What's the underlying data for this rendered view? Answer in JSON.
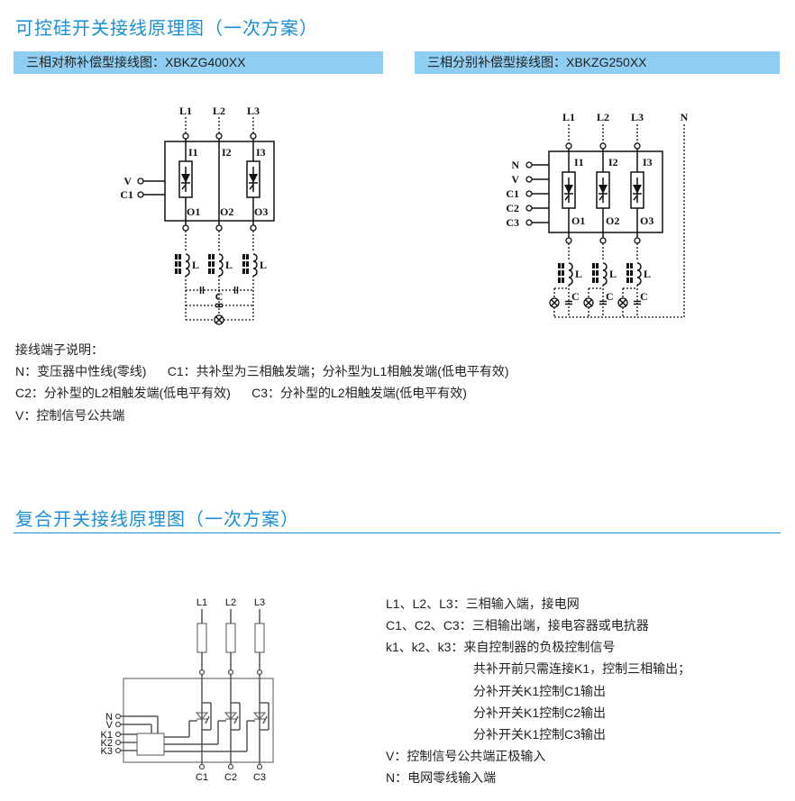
{
  "section1": {
    "title": "可控硅开关接线原理图（一次方案）",
    "bar_left": "三相对称补偿型接线图：XBKZG400XX",
    "bar_right": "三相分别补偿型接线图：XBKZG250XX",
    "diagram_left": {
      "lines": [
        "L1",
        "L2",
        "L3"
      ],
      "inputs": [
        "I1",
        "I2",
        "I3"
      ],
      "outputs": [
        "O1",
        "O2",
        "O3"
      ],
      "terminals": [
        "V",
        "C1"
      ],
      "inductor": "L",
      "capacitor": "C"
    },
    "diagram_right": {
      "lines": [
        "L1",
        "L2",
        "L3",
        "N"
      ],
      "inputs": [
        "I1",
        "I2",
        "I3"
      ],
      "outputs": [
        "O1",
        "O2",
        "O3"
      ],
      "terminals": [
        "N",
        "V",
        "C1",
        "C2",
        "C3"
      ],
      "inductor": "L",
      "capacitor": "C"
    },
    "legend": [
      "接线端子说明：",
      "N：变压器中性线(零线)      C1：共补型为三相触发端；分补型为L1相触发端(低电平有效)",
      "C2：分补型的L2相触发端(低电平有效)      C3：分补型的L2相触发端(低电平有效)",
      "V：控制信号公共端"
    ]
  },
  "section2": {
    "title": "复合开关接线原理图（一次方案）",
    "diagram": {
      "inputs": [
        "L1",
        "L2",
        "L3"
      ],
      "outputs": [
        "C1",
        "C2",
        "C3"
      ],
      "terminals": [
        "N",
        "V",
        "K1",
        "K2",
        "K3"
      ]
    },
    "notes": [
      "L1、L2、L3：三相输入端，接电网",
      "C1、C2、C3：三相输出端，接电容器或电抗器",
      "k1、k2、k3：来自控制器的负极控制信号",
      "共补开前只需连接K1，控制三相输出；",
      "分补开关K1控制C1输出",
      "分补开关K1控制C2输出",
      "分补开关K1控制C3输出",
      "V：控制信号公共端正极输入",
      "N：电网零线输入端"
    ]
  },
  "colors": {
    "accent": "#1a8fd6",
    "bar": "#8fcdf2"
  }
}
